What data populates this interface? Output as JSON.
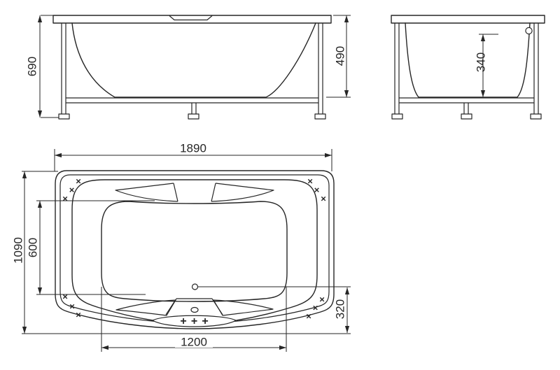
{
  "drawing": {
    "bg_color": "#ffffff",
    "line_color": "#262626",
    "dims": {
      "front_overall_height": "690",
      "front_inner_depth": "490",
      "side_inner_water_depth": "340",
      "top_overall_length": "1890",
      "top_overall_width": "1090",
      "top_inner_width": "600",
      "top_drain_to_edge": "320",
      "top_inner_length": "1200"
    },
    "symbols": {
      "jet_marker": "×",
      "control_marker": "+"
    }
  }
}
